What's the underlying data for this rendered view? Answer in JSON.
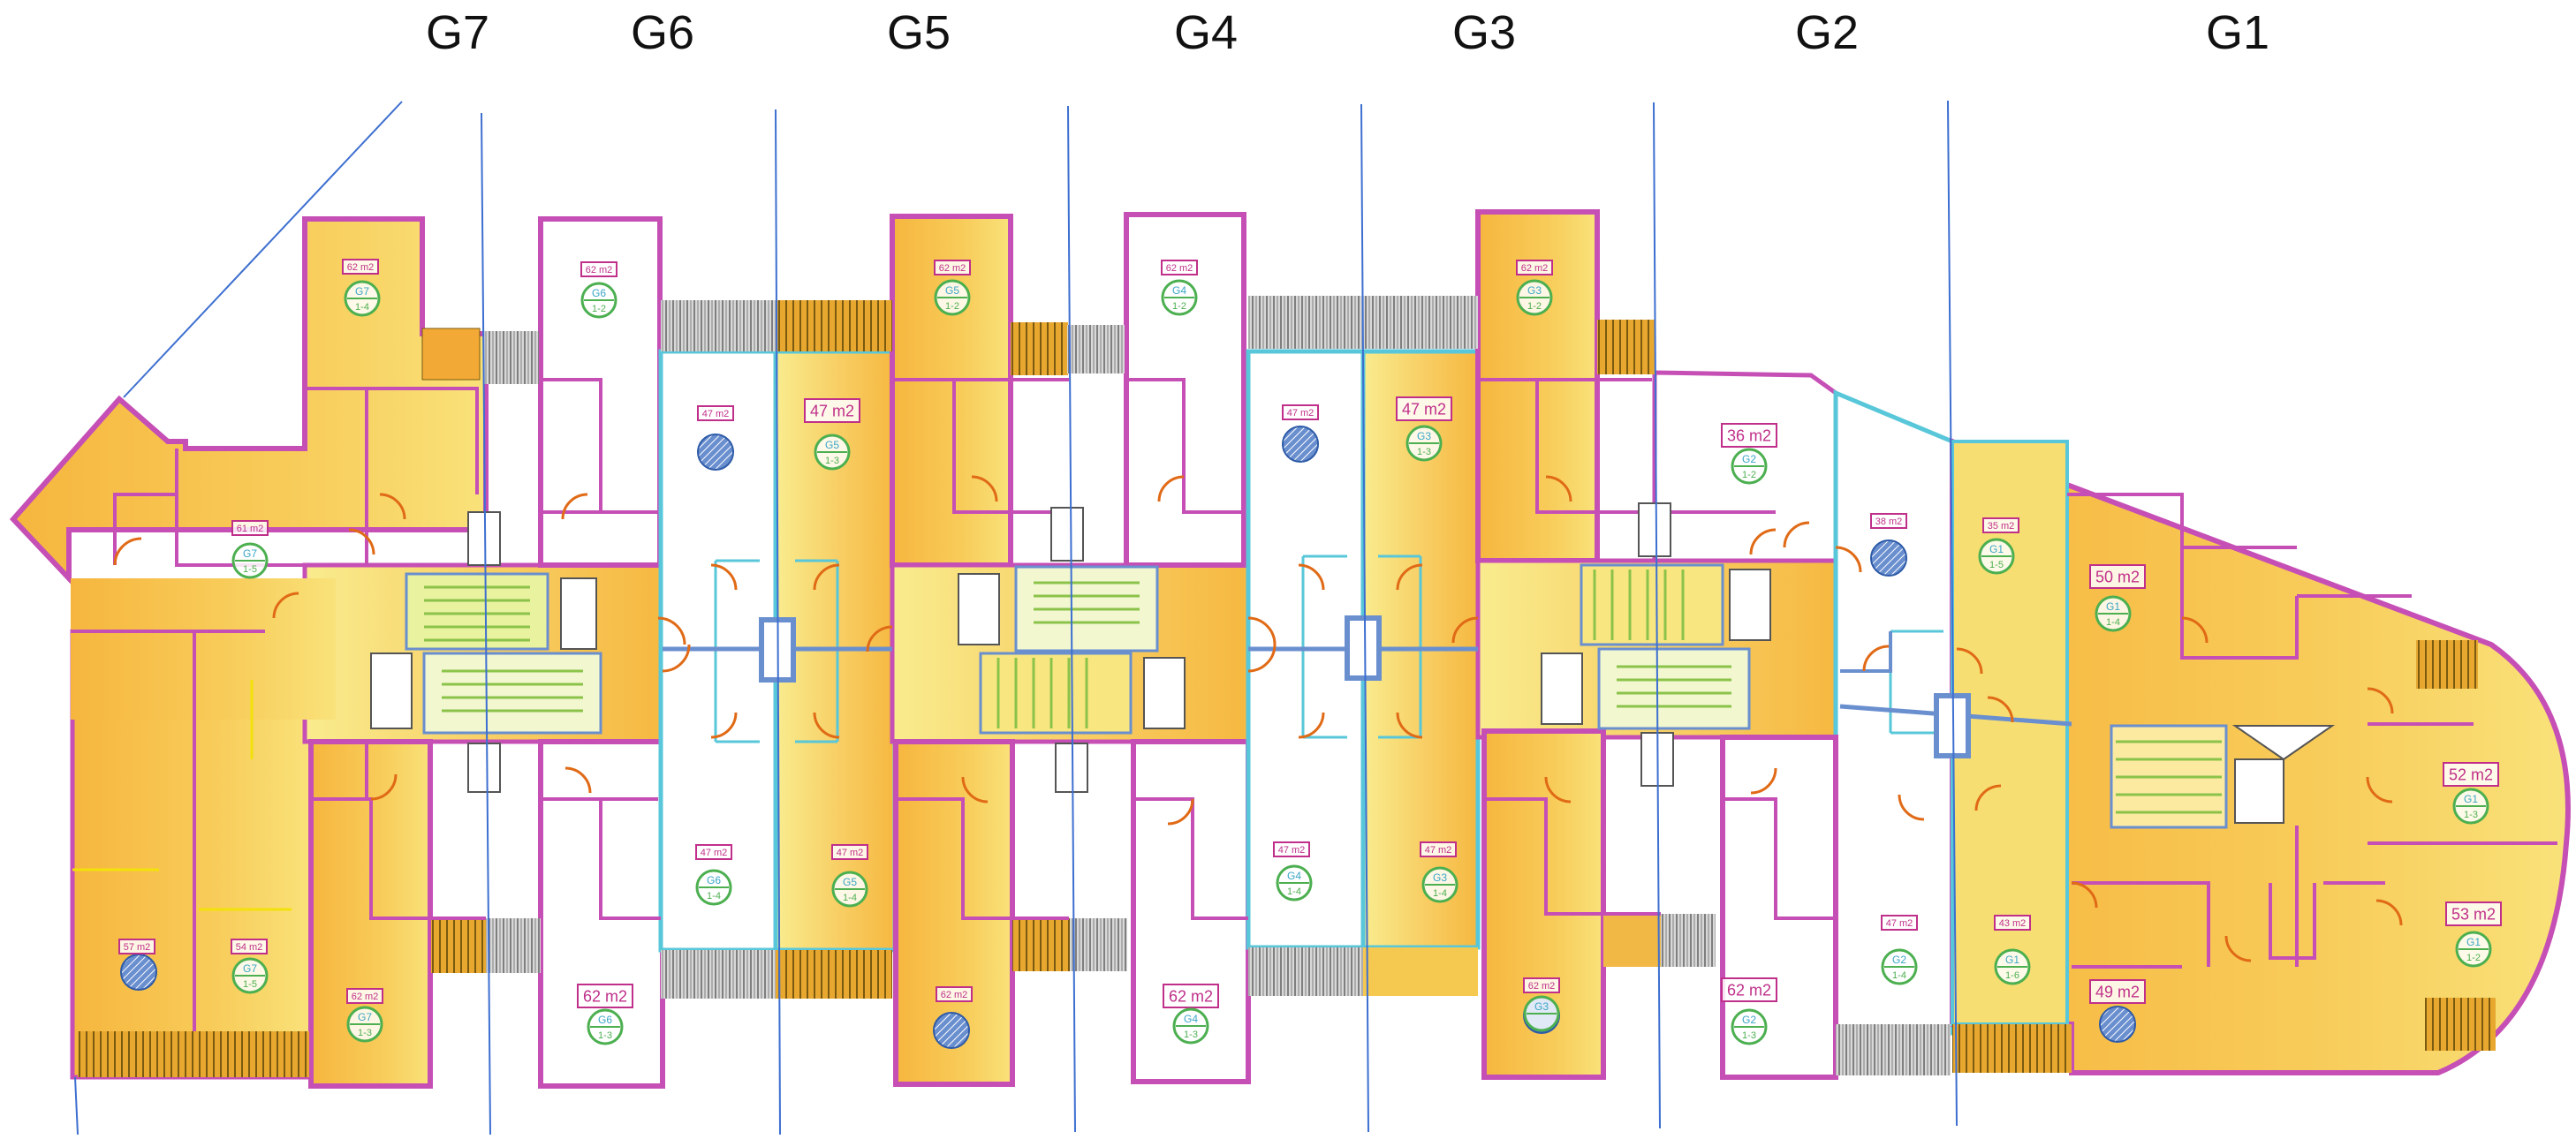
{
  "section_labels": [
    "G7",
    "G6",
    "G5",
    "G4",
    "G3",
    "G2",
    "G1"
  ],
  "colors": {
    "orange_fill": "#f6b63e",
    "light_yellow": "#f9e884",
    "white_unit": "#ffffff",
    "wall": "#c64fb6",
    "grid_line": "#3d6fd0",
    "inner_wall": "#58c7d9",
    "door": "#e06a16",
    "area_label": "#c0308a",
    "circle_label_ring": "#4caf50",
    "circle_label_text": "#3aa6c6",
    "stair_green": "#8bc34a",
    "balcony_hatch": "#9a9a9a"
  },
  "units": [
    {
      "area": "62 m2",
      "tag": "G7",
      "sub": "1-4"
    },
    {
      "area": "61 m2",
      "tag": "G7",
      "sub": "1-5"
    },
    {
      "area": "57 m2",
      "tag": "",
      "sub": ""
    },
    {
      "area": "54 m2",
      "tag": "G7",
      "sub": "1-5"
    },
    {
      "area": "62 m2",
      "tag": "G7",
      "sub": "1-3"
    },
    {
      "area": "62 m2",
      "tag": "G6",
      "sub": "1-2"
    },
    {
      "area": "47 m2",
      "tag": "",
      "sub": ""
    },
    {
      "area": "47 m2",
      "tag": "G6",
      "sub": "1-4"
    },
    {
      "area": "62 m2",
      "tag": "G6",
      "sub": "1-3"
    },
    {
      "area": "62 m2",
      "tag": "G5",
      "sub": "1-2"
    },
    {
      "area": "47 m2",
      "tag": "G5",
      "sub": "1-3"
    },
    {
      "area": "47 m2",
      "tag": "G5",
      "sub": "1-4"
    },
    {
      "area": "62 m2",
      "tag": "",
      "sub": ""
    },
    {
      "area": "62 m2",
      "tag": "G4",
      "sub": "1-2"
    },
    {
      "area": "47 m2",
      "tag": "",
      "sub": ""
    },
    {
      "area": "47 m2",
      "tag": "G4",
      "sub": "1-4"
    },
    {
      "area": "62 m2",
      "tag": "G4",
      "sub": "1-3"
    },
    {
      "area": "62 m2",
      "tag": "G3",
      "sub": "1-2"
    },
    {
      "area": "47 m2",
      "tag": "G3",
      "sub": "1-3"
    },
    {
      "area": "47 m2",
      "tag": "G3",
      "sub": "1-4"
    },
    {
      "area": "62 m2",
      "tag": "G3",
      "sub": ""
    },
    {
      "area": "36 m2",
      "tag": "G2",
      "sub": "1-2"
    },
    {
      "area": "38 m2",
      "tag": "",
      "sub": ""
    },
    {
      "area": "47 m2",
      "tag": "G2",
      "sub": "1-4"
    },
    {
      "area": "62 m2",
      "tag": "G2",
      "sub": "1-3"
    },
    {
      "area": "35 m2",
      "tag": "G1",
      "sub": "1-5"
    },
    {
      "area": "50 m2",
      "tag": "G1",
      "sub": "1-4"
    },
    {
      "area": "43 m2",
      "tag": "G1",
      "sub": "1-6"
    },
    {
      "area": "49 m2",
      "tag": "",
      "sub": ""
    },
    {
      "area": "52 m2",
      "tag": "G1",
      "sub": "1-3"
    },
    {
      "area": "53 m2",
      "tag": "G1",
      "sub": "1-2"
    }
  ]
}
